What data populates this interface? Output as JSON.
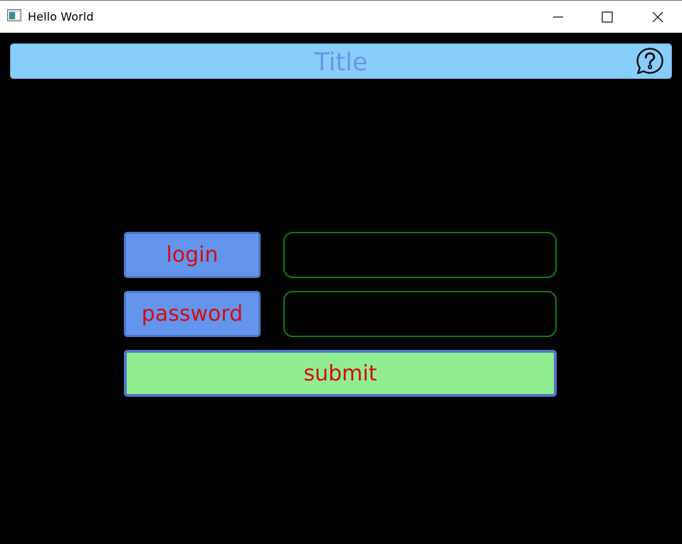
{
  "window": {
    "title": "Hello World",
    "icon": "application-window-icon",
    "controls": {
      "minimize_icon": "minimize-icon",
      "maximize_icon": "maximize-icon",
      "close_icon": "close-icon"
    }
  },
  "header": {
    "title": "Title",
    "help_icon": "question-speech-bubble-icon"
  },
  "form": {
    "login_label": "login",
    "login_value": "",
    "password_label": "password",
    "password_value": "",
    "submit_label": "submit"
  },
  "colors": {
    "background": "#000000",
    "header_bg": "#87cefa",
    "header_title": "#6a95eb",
    "label_button_bg": "#6495ed",
    "label_text": "#d50c0c",
    "field_border": "#0e7c0e",
    "submit_bg": "#90ee90",
    "submit_border": "#5078c6"
  }
}
